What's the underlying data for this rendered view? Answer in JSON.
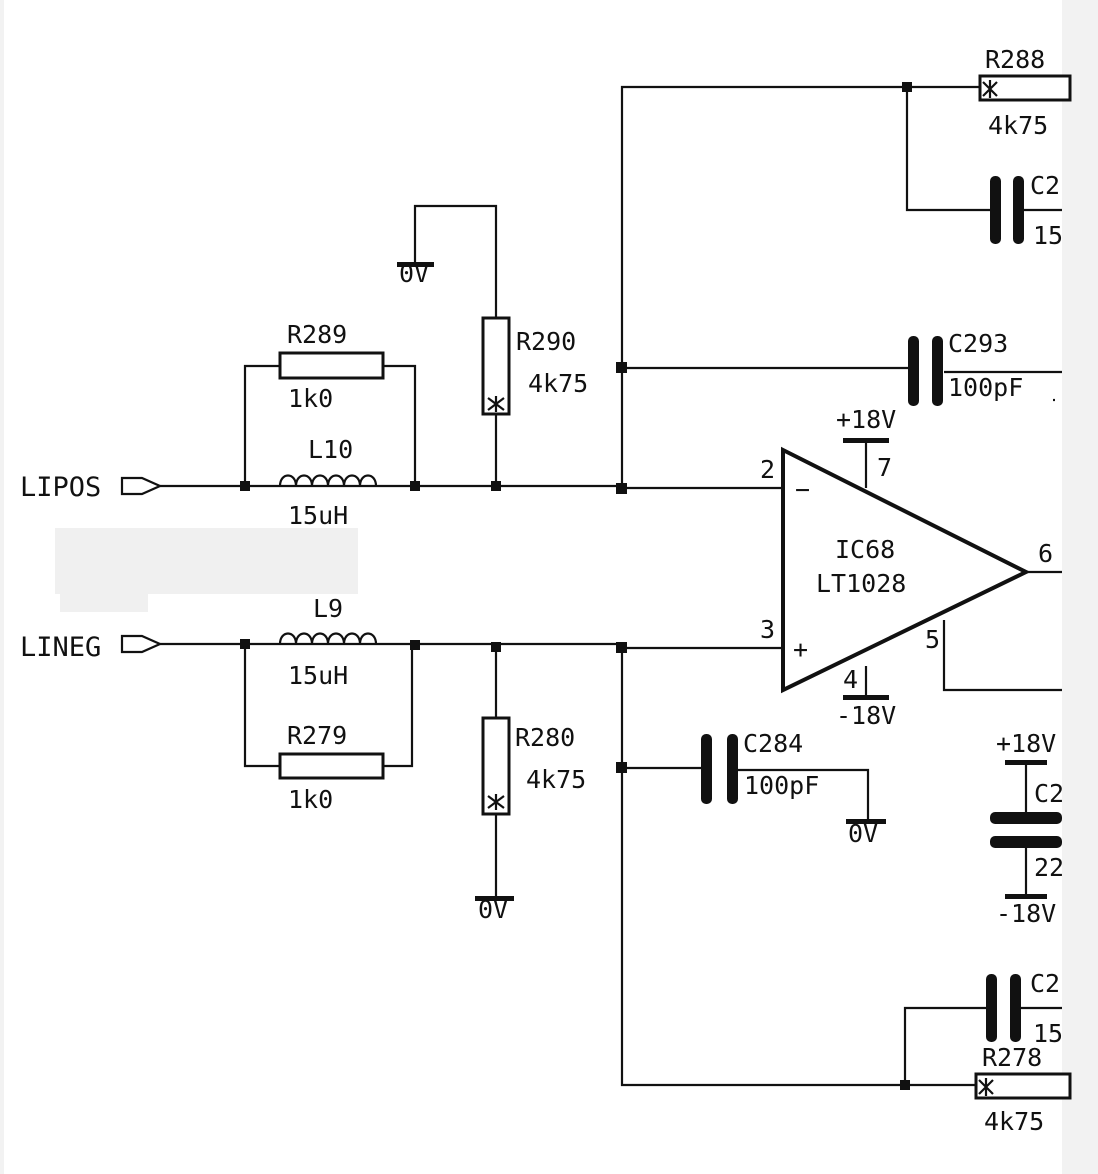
{
  "ports": {
    "lipos": "LIPOS",
    "lineg": "LINEG"
  },
  "resistors": {
    "r289": {
      "ref": "R289",
      "value": "1k0"
    },
    "r279": {
      "ref": "R279",
      "value": "1k0"
    },
    "r290": {
      "ref": "R290",
      "value": "4k75"
    },
    "r280": {
      "ref": "R280",
      "value": "4k75"
    },
    "r288": {
      "ref": "R288",
      "value": "4k75"
    },
    "r278": {
      "ref": "R278",
      "value": "4k75"
    }
  },
  "inductors": {
    "l10": {
      "ref": "L10",
      "value": "15uH"
    },
    "l9": {
      "ref": "L9",
      "value": "15uH"
    }
  },
  "capacitors": {
    "c293": {
      "ref": "C293",
      "value": "100pF"
    },
    "c284": {
      "ref": "C284",
      "value": "100pF"
    },
    "c_top": {
      "ref": "C2",
      "value": "15"
    },
    "c_mid": {
      "ref": "C2",
      "value": "22"
    },
    "c_bot": {
      "ref": "C2",
      "value": "15"
    }
  },
  "opamp": {
    "ref": "IC68",
    "part": "LT1028",
    "pins": {
      "inv": "2",
      "noninv": "3",
      "vpos": "7",
      "vneg": "4",
      "out": "6",
      "aux": "5"
    },
    "inv_sign": "−",
    "noninv_sign": "+"
  },
  "rails": {
    "pos": "+18V",
    "neg": "-18V",
    "ground": "0V"
  }
}
